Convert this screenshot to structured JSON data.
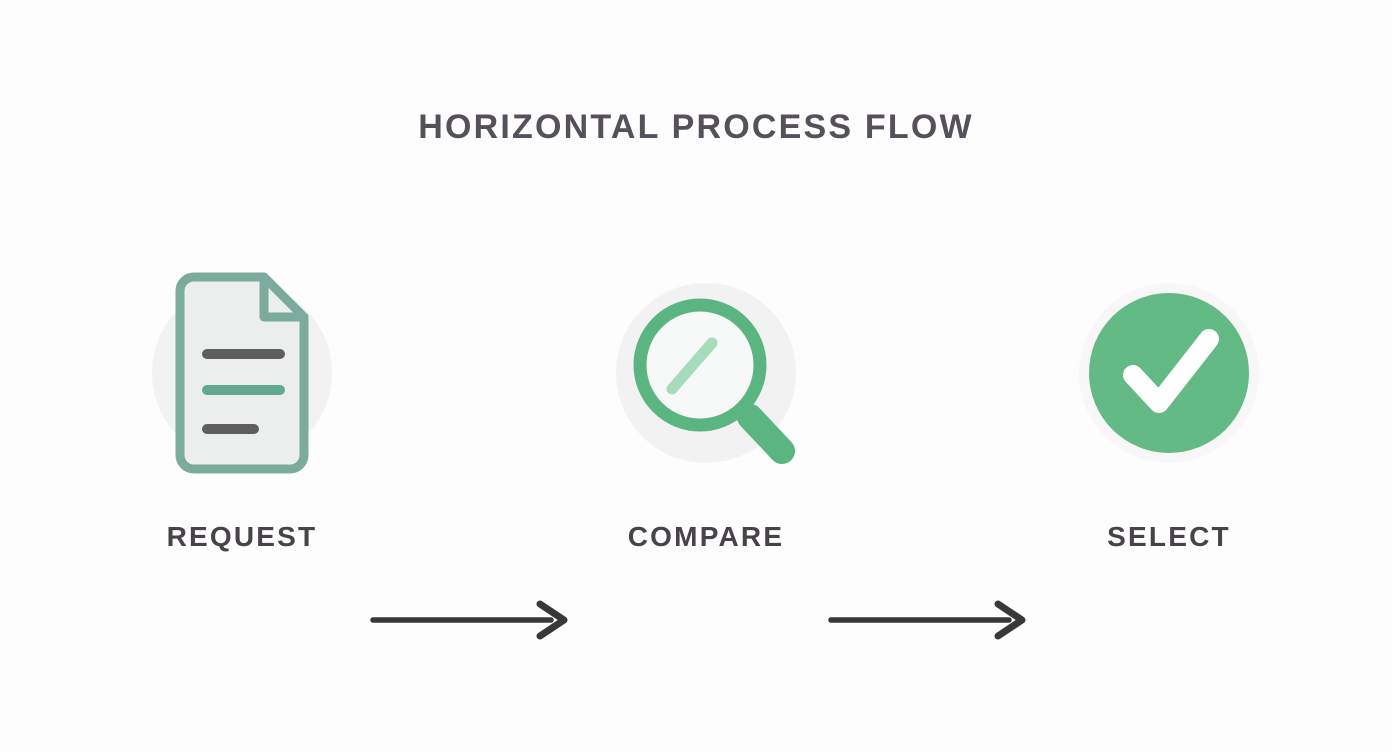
{
  "page": {
    "title": "HORIZONTAL PROCESS FLOW",
    "background_color": "#fdfdfd",
    "title_color": "#56505a",
    "label_color": "#474349",
    "arrow_color": "#383838",
    "accent_green": "#64ba84",
    "accent_teal": "#7aab9d",
    "halo_color": "#f2f2f2"
  },
  "flow": {
    "steps": [
      {
        "label": "REQUEST",
        "icon": "document-icon",
        "icon_outline_color": "#7aab9d",
        "icon_fill_color": "#eceeed",
        "line_colors": [
          "#5e5e5e",
          "#62a893",
          "#5e5e5e"
        ]
      },
      {
        "label": "COMPARE",
        "icon": "magnifier-icon",
        "icon_outline_color": "#5bb580",
        "icon_fill_color": "#f4f7f5",
        "highlight_color": "#a6dcbb"
      },
      {
        "label": "SELECT",
        "icon": "check-circle-icon",
        "icon_fill_color": "#64ba84",
        "check_color": "#ffffff"
      }
    ],
    "connectors": [
      {
        "name": "arrow-request-to-compare",
        "direction": "right",
        "color": "#383838"
      },
      {
        "name": "arrow-compare-to-select",
        "direction": "right",
        "color": "#383838"
      }
    ]
  }
}
